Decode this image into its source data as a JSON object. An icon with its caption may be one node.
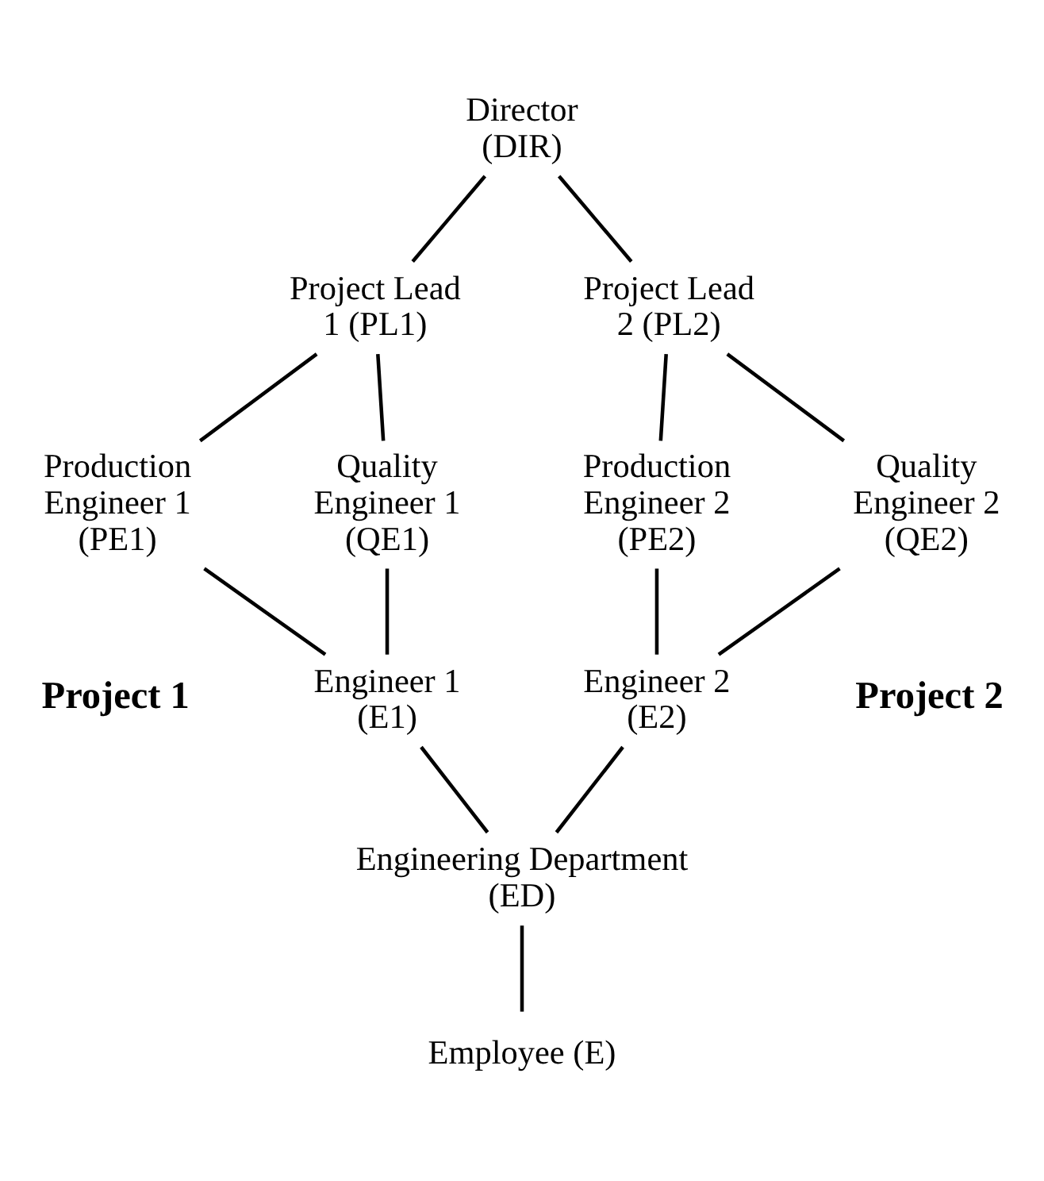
{
  "diagram": {
    "nodes": [
      {
        "text": [
          "Director (DIR)"
        ]
      },
      {
        "text": [
          "Project Lead 1 (PL1)"
        ]
      },
      {
        "text": [
          "Project Lead 2 (PL2)"
        ]
      },
      {
        "text": [
          "Production Engineer 1 (PE1)"
        ]
      },
      {
        "text": [
          "Quality Engineer 1 (QE1)"
        ]
      },
      {
        "text": [
          "Production Engineer 2 (PE2)"
        ]
      },
      {
        "text": [
          "Quality Engineer 2 (QE2)"
        ]
      },
      {
        "text": [
          "Engineer 1 (E1)"
        ]
      },
      {
        "text": [
          "Engineer 2 (E2)"
        ]
      },
      {
        "text": [
          "Engineering Department (ED)"
        ]
      },
      {
        "text": [
          "Employee (E)"
        ]
      }
    ],
    "edges": [
      {
        "from": 0,
        "to": 1,
        "arrow": "none"
      },
      {
        "from": 0,
        "to": 2,
        "arrow": "none"
      },
      {
        "from": 1,
        "to": 3,
        "arrow": "none"
      },
      {
        "from": 1,
        "to": 4,
        "arrow": "none"
      },
      {
        "from": 2,
        "to": 5,
        "arrow": "none"
      },
      {
        "from": 2,
        "to": 6,
        "arrow": "none"
      },
      {
        "from": 3,
        "to": 7,
        "arrow": "none"
      },
      {
        "from": 4,
        "to": 7,
        "arrow": "none"
      },
      {
        "from": 5,
        "to": 8,
        "arrow": "none"
      },
      {
        "from": 6,
        "to": 8,
        "arrow": "none"
      },
      {
        "from": 7,
        "to": 9,
        "arrow": "none"
      },
      {
        "from": 8,
        "to": 9,
        "arrow": "none"
      },
      {
        "from": 9,
        "to": 10,
        "arrow": "none"
      }
    ],
    "labels": [
      "Project 1",
      "Project 2"
    ]
  }
}
